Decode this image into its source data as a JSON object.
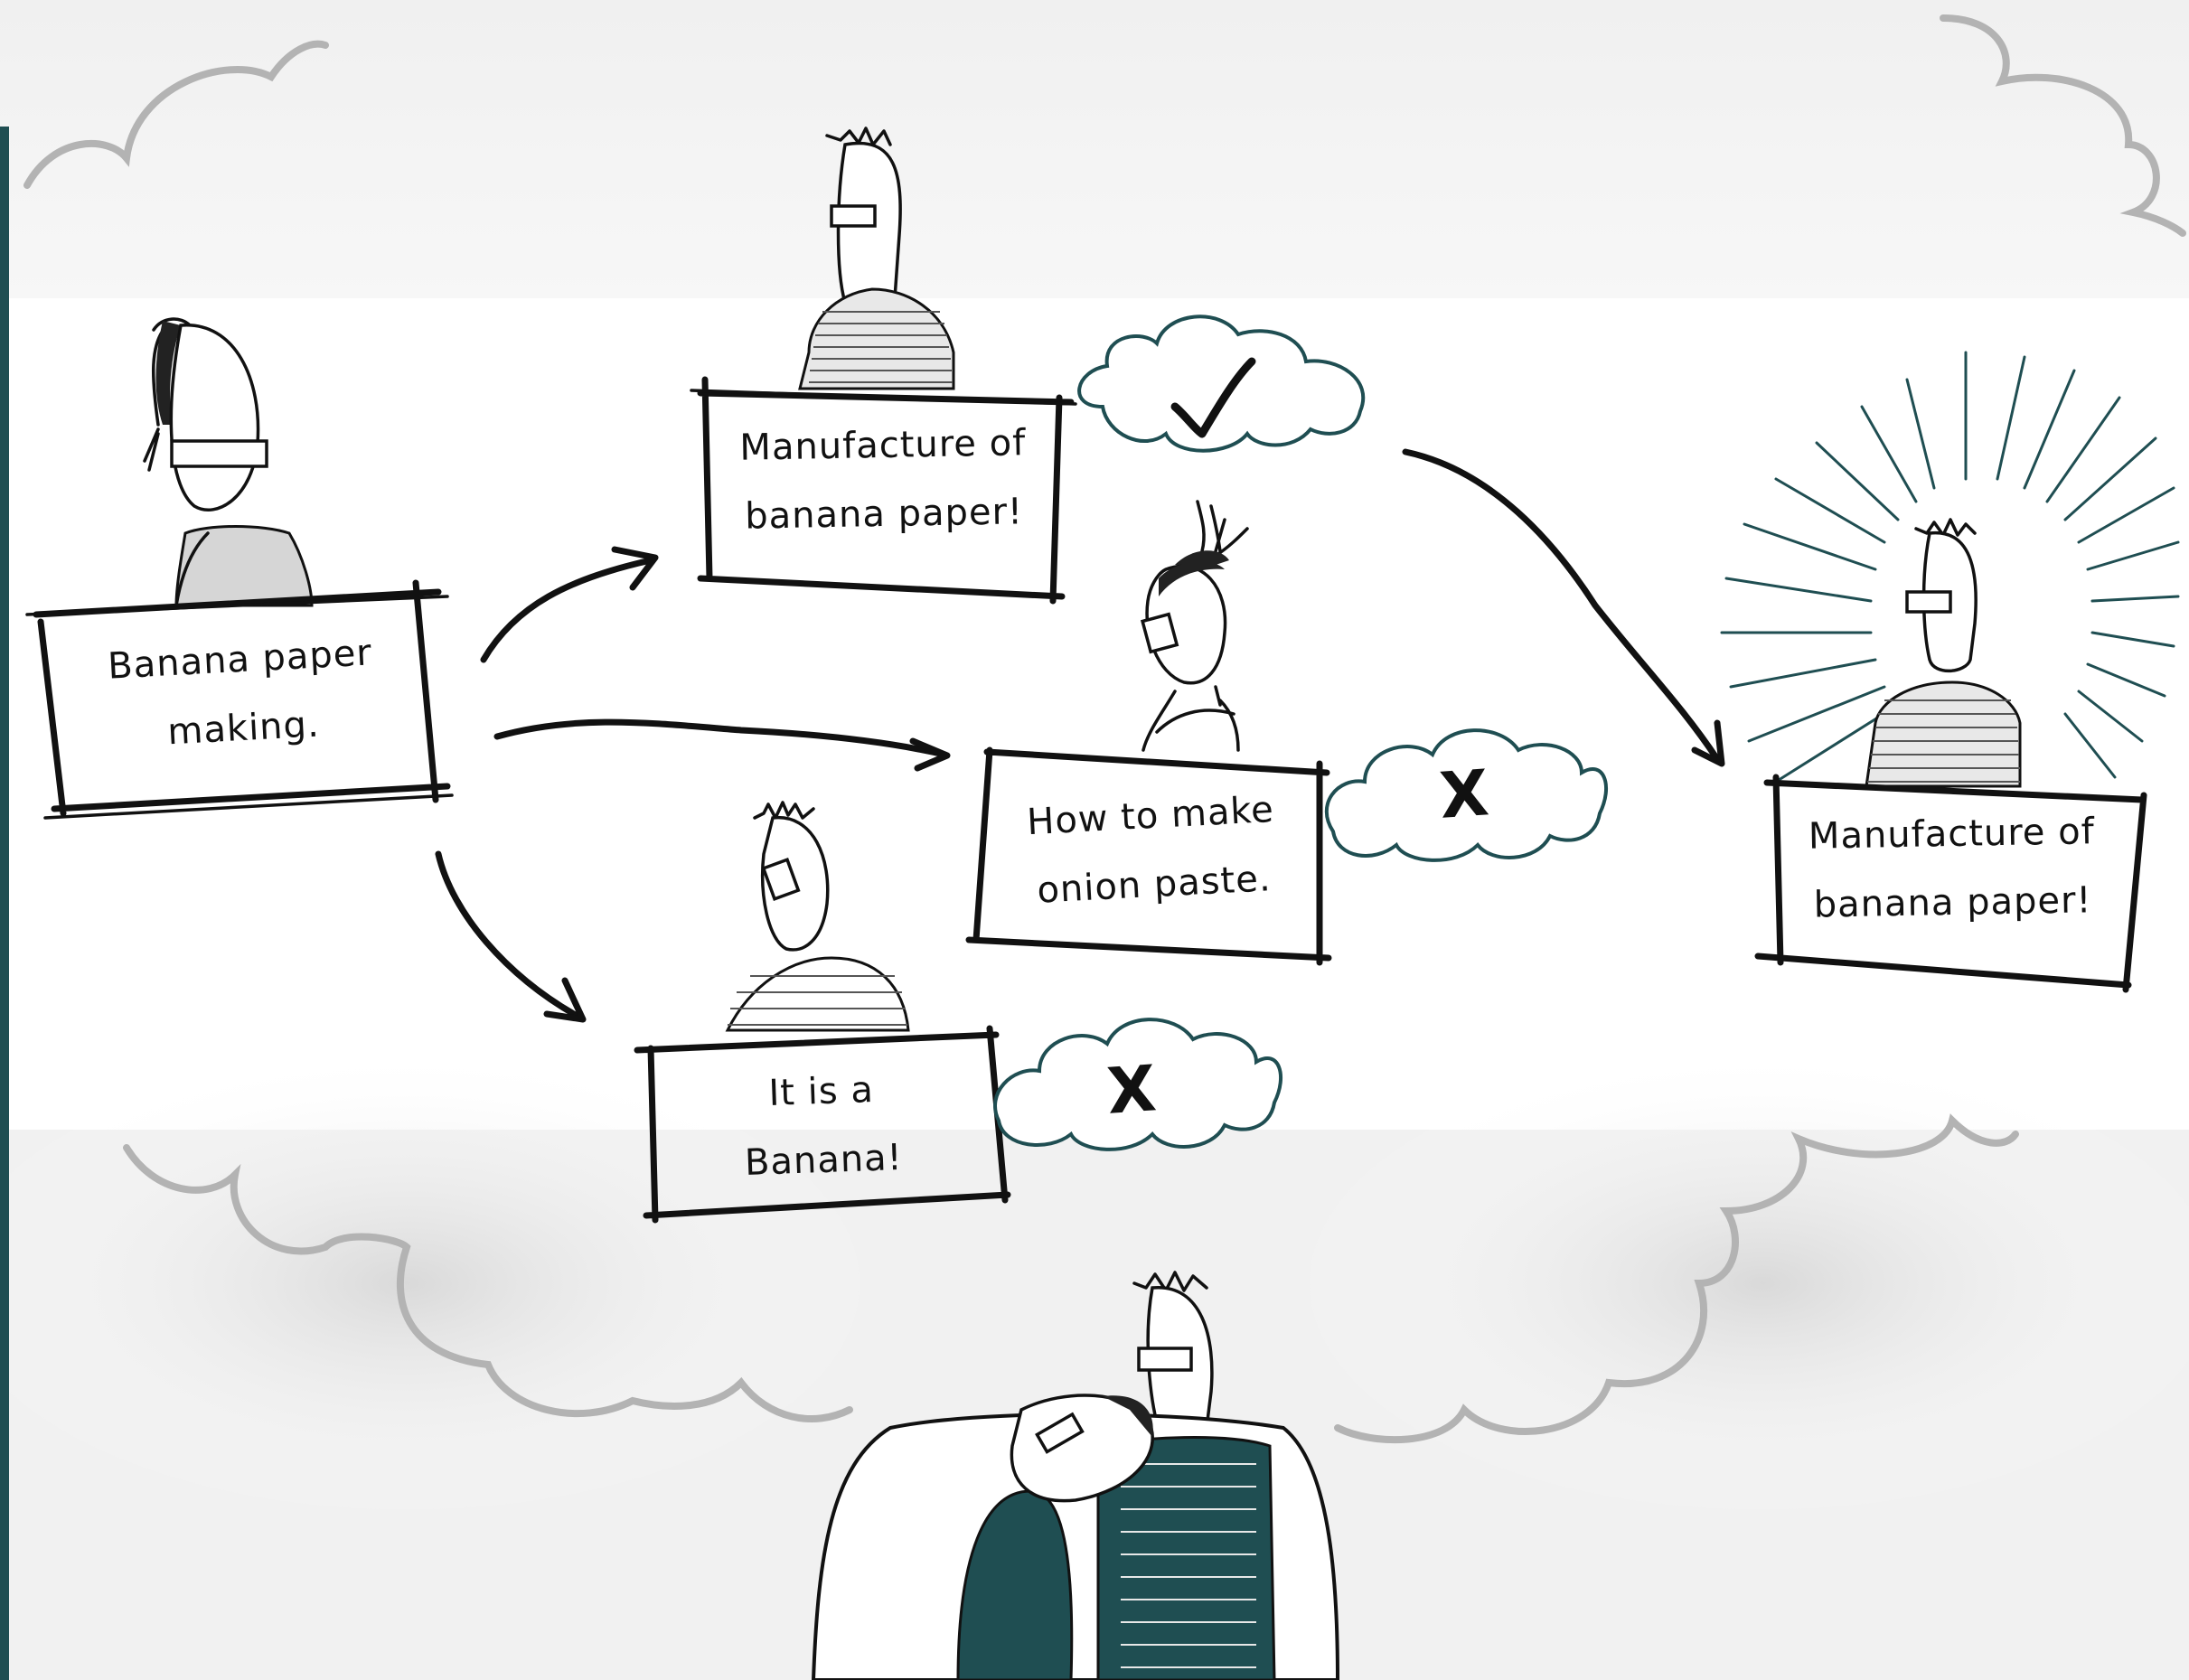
{
  "colors": {
    "accent": "#1f4e52",
    "ink": "#111111",
    "cloud": "#b3b3b3"
  },
  "boxes": {
    "start": {
      "line1": "Banana paper",
      "line2": "making."
    },
    "top": {
      "line1": "Manufacture of",
      "line2": "banana paper!"
    },
    "middle": {
      "line1": "How to make",
      "line2": "onion paste."
    },
    "bottom": {
      "line1": "It is a",
      "line2": "Banana!"
    },
    "result": {
      "line1": "Manufacture of",
      "line2": "banana paper!"
    }
  },
  "marks": {
    "top": "✓",
    "middle": "X",
    "bottom": "X"
  }
}
